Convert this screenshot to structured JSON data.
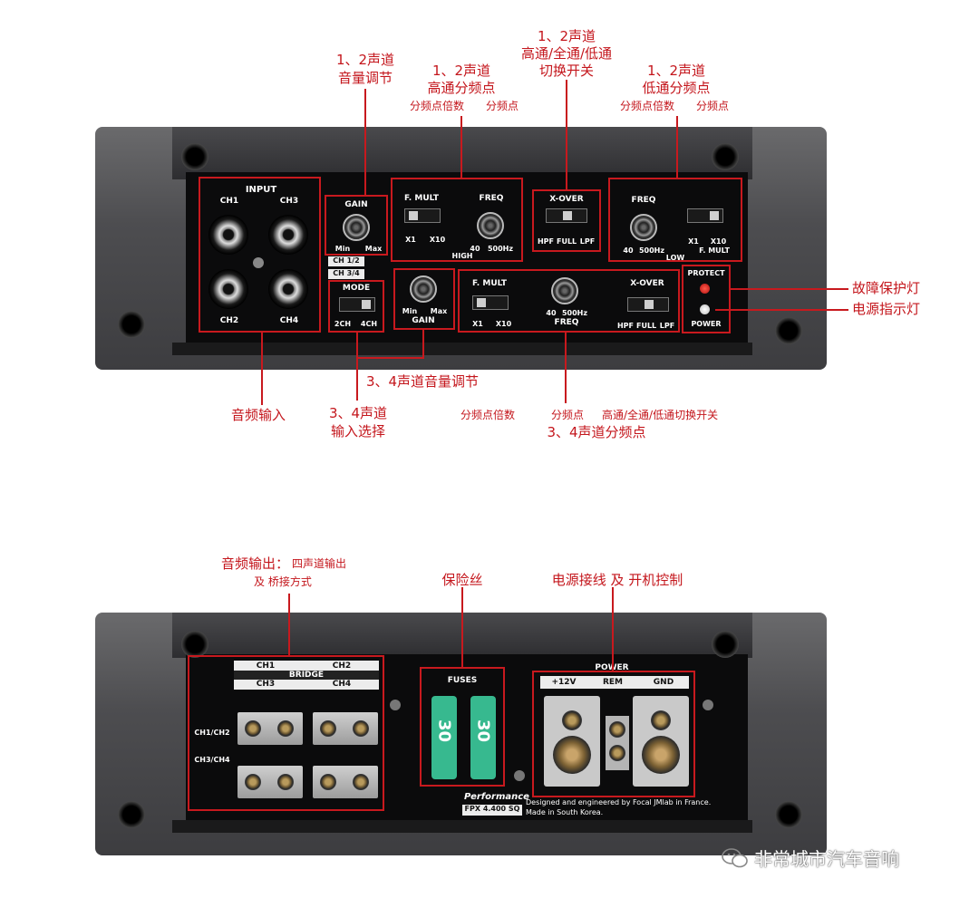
{
  "top_annotations": {
    "gain12": [
      "1、2声道",
      "音量调节"
    ],
    "hpf12": [
      "1、2声道",
      "高通分频点"
    ],
    "hpf12_sub": [
      "分频点倍数",
      "分频点"
    ],
    "xover12": [
      "1、2声道",
      "高通/全通/低通",
      "切换开关"
    ],
    "lpf12": [
      "1、2声道",
      "低通分频点"
    ],
    "lpf12_sub": [
      "分频点倍数",
      "分频点"
    ],
    "protect_led": "故障保护灯",
    "power_led": "电源指示灯",
    "audio_input": "音频输入",
    "mode34": [
      "3、4声道",
      "输入选择"
    ],
    "gain34": "3、4声道音量调节",
    "fmult34": "分频点倍数",
    "freq34": "分频点",
    "xover34": "高通/全通/低通切换开关",
    "cross34": "3、4声道分频点"
  },
  "top_panel": {
    "input_title": "INPUT",
    "ch1": "CH1",
    "ch2": "CH2",
    "ch3": "CH3",
    "ch4": "CH4",
    "gain": "GAIN",
    "min": "Min",
    "max": "Max",
    "ch12": "CH 1/2",
    "ch34": "CH 3/4",
    "fmult": "F. MULT",
    "x1": "X1",
    "x10": "X10",
    "freq": "FREQ",
    "f40": "40",
    "f500": "500Hz",
    "high": "HIGH",
    "low": "LOW",
    "xover": "X-OVER",
    "hpf": "HPF",
    "full": "FULL",
    "lpf": "LPF",
    "mode": "MODE",
    "m2ch": "2CH",
    "m4ch": "4CH",
    "protect": "PROTECT",
    "power": "POWER"
  },
  "bottom_annotations": {
    "audio_output": [
      "音频输出：",
      "四声道输出",
      "及  桥接方式"
    ],
    "fuses": "保险丝",
    "power_wiring": "电源接线 及  开机控制"
  },
  "bottom_panel": {
    "ch1": "CH1",
    "ch2": "CH2",
    "ch3": "CH3",
    "ch4": "CH4",
    "bridge": "BRIDGE",
    "ch12": "CH1/CH2",
    "ch34": "CH3/CH4",
    "fuses": "FUSES",
    "fuse_value": "30",
    "power": "POWER",
    "v12": "+12V",
    "rem": "REM",
    "gnd": "GND",
    "brand_line": "Performance",
    "model": "FPX 4.400 SQ",
    "credit": "Designed and engineered by Focal JMlab in France.",
    "made": "Made in South Korea."
  },
  "watermark": "非常城市汽车音响",
  "colors": {
    "annotation_red": "#c4161c",
    "chassis": "#4d4d50",
    "panel": "#0b0b0c",
    "fuse_green": "#37b98f"
  }
}
